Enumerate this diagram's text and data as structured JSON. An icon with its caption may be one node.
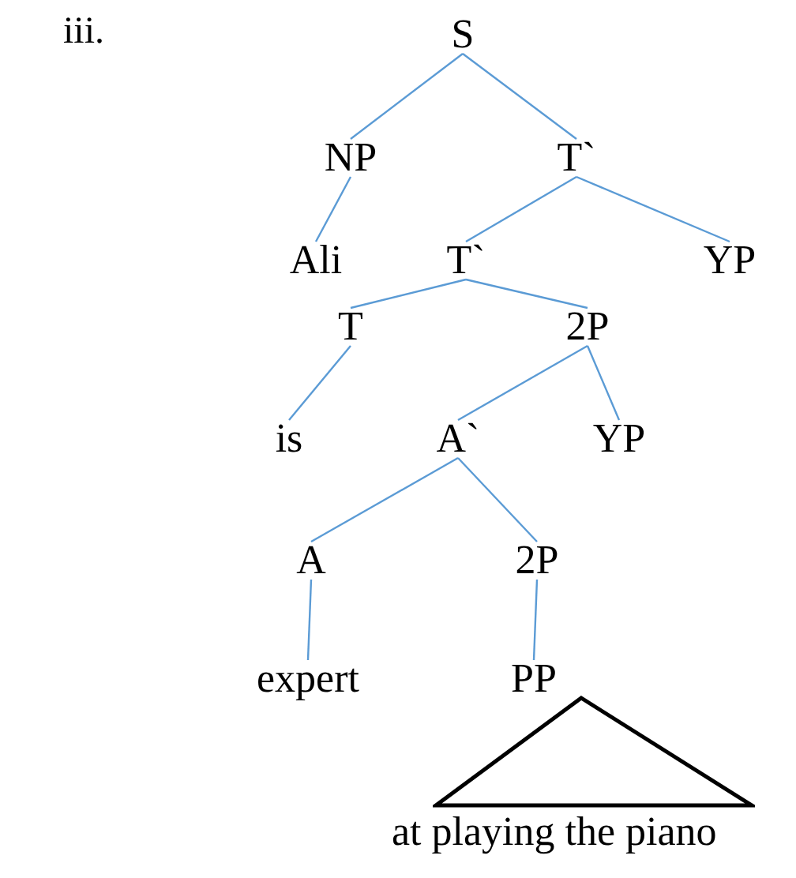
{
  "diagram": {
    "nodes": [
      {
        "text": [
          "S"
        ]
      },
      {
        "text": [
          "NP"
        ]
      },
      {
        "text": [
          "T`"
        ]
      },
      {
        "text": [
          "Ali"
        ]
      },
      {
        "text": [
          "T`"
        ]
      },
      {
        "text": [
          "YP"
        ]
      },
      {
        "text": [
          "T"
        ]
      },
      {
        "text": [
          "2P"
        ]
      },
      {
        "text": [
          "is"
        ]
      },
      {
        "text": [
          "A`"
        ]
      },
      {
        "text": [
          "YP"
        ]
      },
      {
        "text": [
          "A"
        ]
      },
      {
        "text": [
          "2P"
        ]
      },
      {
        "text": [
          "expert"
        ]
      },
      {
        "text": [
          "PP"
        ]
      },
      {
        "text": [],
        "shape": "triangle"
      }
    ],
    "edges": [
      {
        "from": 0,
        "to": 1,
        "arrow": "none"
      },
      {
        "from": 0,
        "to": 2,
        "arrow": "none"
      },
      {
        "from": 1,
        "to": 3,
        "arrow": "none"
      },
      {
        "from": 2,
        "to": 4,
        "arrow": "none"
      },
      {
        "from": 2,
        "to": 5,
        "arrow": "none"
      },
      {
        "from": 4,
        "to": 6,
        "arrow": "none"
      },
      {
        "from": 4,
        "to": 7,
        "arrow": "none"
      },
      {
        "from": 6,
        "to": 8,
        "arrow": "none"
      },
      {
        "from": 7,
        "to": 9,
        "arrow": "none"
      },
      {
        "from": 7,
        "to": 10,
        "arrow": "none"
      },
      {
        "from": 9,
        "to": 11,
        "arrow": "none"
      },
      {
        "from": 9,
        "to": 12,
        "arrow": "none"
      },
      {
        "from": 11,
        "to": 13,
        "arrow": "none"
      },
      {
        "from": 12,
        "to": 14,
        "arrow": "none"
      }
    ],
    "labels": [
      "iii.",
      "at playing the piano"
    ]
  }
}
